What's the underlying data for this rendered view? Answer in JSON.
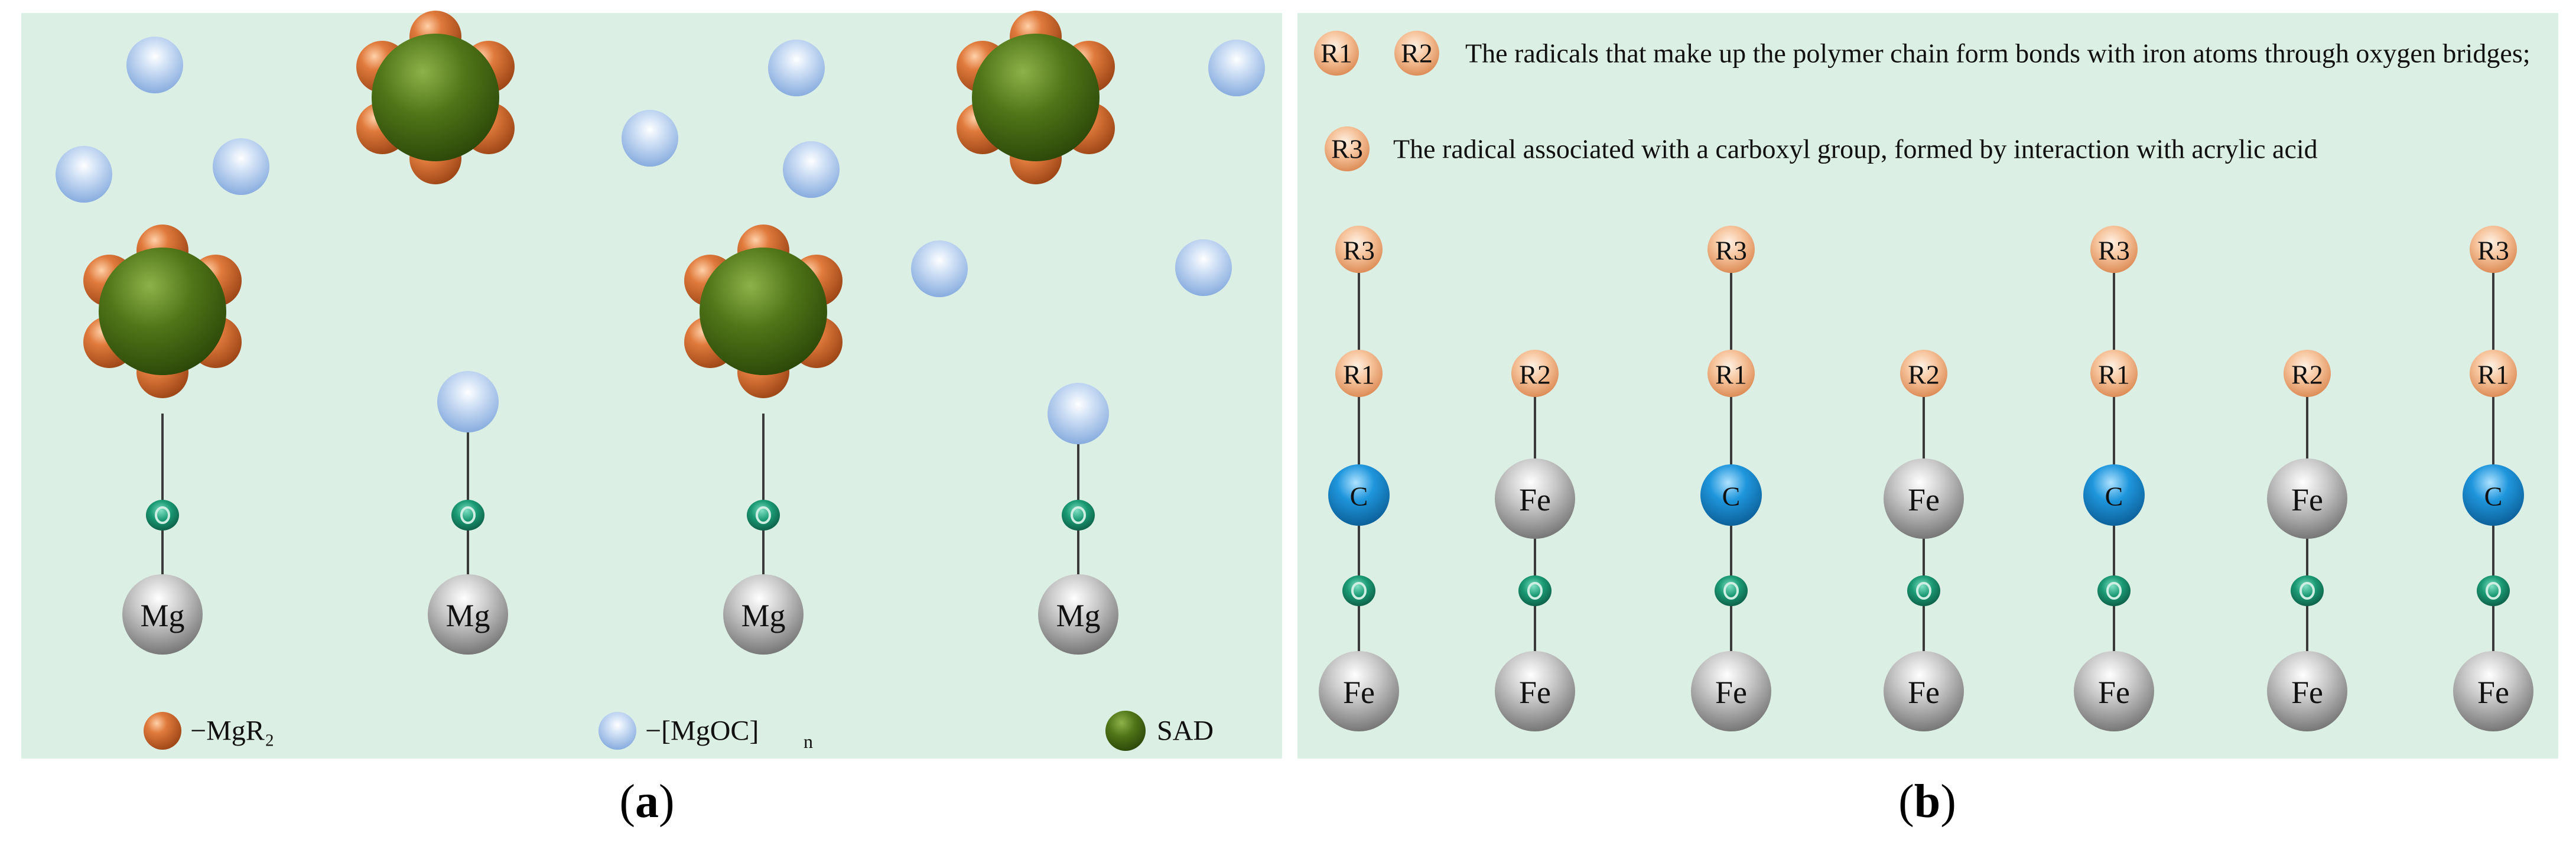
{
  "colors": {
    "panel_bg": "#dcefe5",
    "mg_r2": "#c8642a",
    "mg_oc": "#8fb3e2",
    "sad": "#4b6e17",
    "oxygen": "#1a8a6a",
    "metal": "#a8a8a8",
    "carbon": "#1c8fd6",
    "radical": "#f1b48a"
  },
  "panel_a": {
    "caption_letter": "a",
    "atoms": {
      "o": "O",
      "mg": "Mg"
    },
    "legend": {
      "mg_r2_label": "−MgR₂",
      "mg_oc_label": "−[MgOC]",
      "mg_oc_sub": "n",
      "sad_label": "SAD"
    }
  },
  "panel_b": {
    "caption_letter": "b",
    "desc_line1": {
      "r1": "R1",
      "r2": "R2",
      "text": "The radicals that make up the polymer chain form bonds with iron atoms through oxygen bridges;"
    },
    "desc_line2": {
      "r3": "R3",
      "text": "The radical associated with a carboxyl group, formed by interaction with acrylic acid"
    },
    "chains": [
      {
        "top": "R3",
        "radical": "R1",
        "core": "C",
        "bridge": "O",
        "base": "Fe"
      },
      {
        "top": "",
        "radical": "R2",
        "core": "Fe",
        "bridge": "O",
        "base": "Fe"
      },
      {
        "top": "R3",
        "radical": "R1",
        "core": "C",
        "bridge": "O",
        "base": "Fe"
      },
      {
        "top": "",
        "radical": "R2",
        "core": "Fe",
        "bridge": "O",
        "base": "Fe"
      },
      {
        "top": "R3",
        "radical": "R1",
        "core": "C",
        "bridge": "O",
        "base": "Fe"
      },
      {
        "top": "",
        "radical": "R2",
        "core": "Fe",
        "bridge": "O",
        "base": "Fe"
      },
      {
        "top": "R3",
        "radical": "R1",
        "core": "C",
        "bridge": "O",
        "base": "Fe"
      }
    ]
  }
}
